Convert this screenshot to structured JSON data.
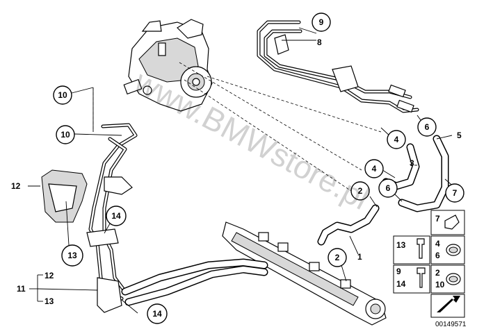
{
  "watermark": "www.BMWstore.pl",
  "diagram_id": "00149571",
  "callouts": {
    "c10a": "10",
    "c10b": "10",
    "c9": "9",
    "c8": "8",
    "c4a": "4",
    "c4b": "4",
    "c6a": "6",
    "c6b": "6",
    "c5": "5",
    "c3": "3",
    "c7": "7",
    "c2a": "2",
    "c2b": "2",
    "c1": "1",
    "c12": "12",
    "c13": "13",
    "c14a": "14",
    "c14b": "14",
    "c11": "11",
    "c11_12": "12",
    "c11_13": "13"
  },
  "legend": {
    "r1": {
      "left": "7",
      "right": ""
    },
    "r2": {
      "left": "13",
      "right": "4",
      "right2": "6"
    },
    "r3": {
      "left": "9",
      "left2": "14",
      "right": "2",
      "right2": "10"
    }
  }
}
